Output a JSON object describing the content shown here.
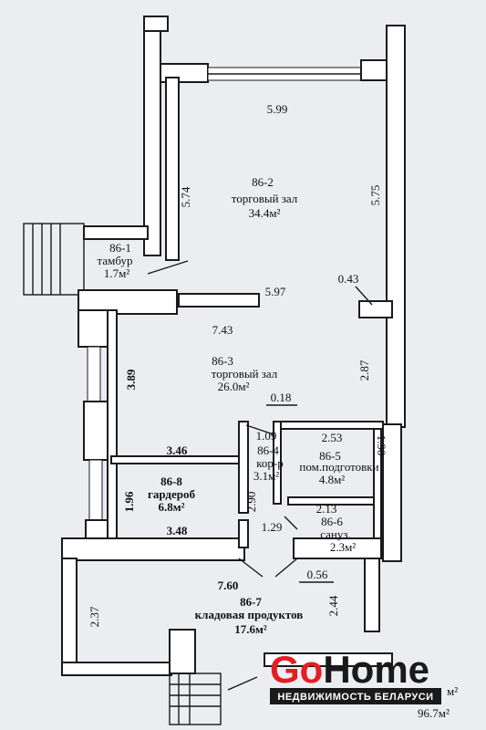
{
  "rooms": {
    "r1": {
      "id": "86-1",
      "name": "тамбур",
      "area": "1.7м²"
    },
    "r2": {
      "id": "86-2",
      "name": "торговый зал",
      "area": "34.4м²"
    },
    "r3": {
      "id": "86-3",
      "name": "торговый зал",
      "area": "26.0м²"
    },
    "r4": {
      "id": "86-4",
      "name": "кор-р",
      "area": "3.1м²"
    },
    "r5": {
      "id": "86-5",
      "name": "пом.подготовки",
      "area": "4.8м²"
    },
    "r6": {
      "id": "86-6",
      "name": "сануз.",
      "area": "2.3м²"
    },
    "r7": {
      "id": "86-7",
      "name": "кладовая продуктов",
      "area": "17.6м²"
    },
    "r8": {
      "id": "86-8",
      "name": "гардероб",
      "area": "6.8м²"
    }
  },
  "dimensions": {
    "d_5_99": "5.99",
    "d_5_74": "5.74",
    "d_5_75": "5.75",
    "d_5_97": "5.97",
    "d_0_43": "0.43",
    "d_7_43": "7.43",
    "d_3_89": "3.89",
    "d_2_87": "2.87",
    "d_0_18": "0.18",
    "d_1_09": "1.09",
    "d_2_53": "2.53",
    "d_1_90": "1.90",
    "d_3_46": "3.46",
    "d_1_96": "1.96",
    "d_2_90": "2.90",
    "d_2_13": "2.13",
    "d_3_48": "3.48",
    "d_1_29": "1.29",
    "d_7_60": "7.60",
    "d_0_56": "0.56",
    "d_2_37": "2.37",
    "d_2_44": "2.44"
  },
  "totals": {
    "partial": "м²",
    "total": "96.7м²"
  },
  "logo": {
    "part1": "Go",
    "part2": "Home",
    "tagline": "НЕДВИЖИМОСТЬ БЕЛАРУСИ",
    "color_go": "#e31e24",
    "color_home": "#1a1a1a"
  }
}
